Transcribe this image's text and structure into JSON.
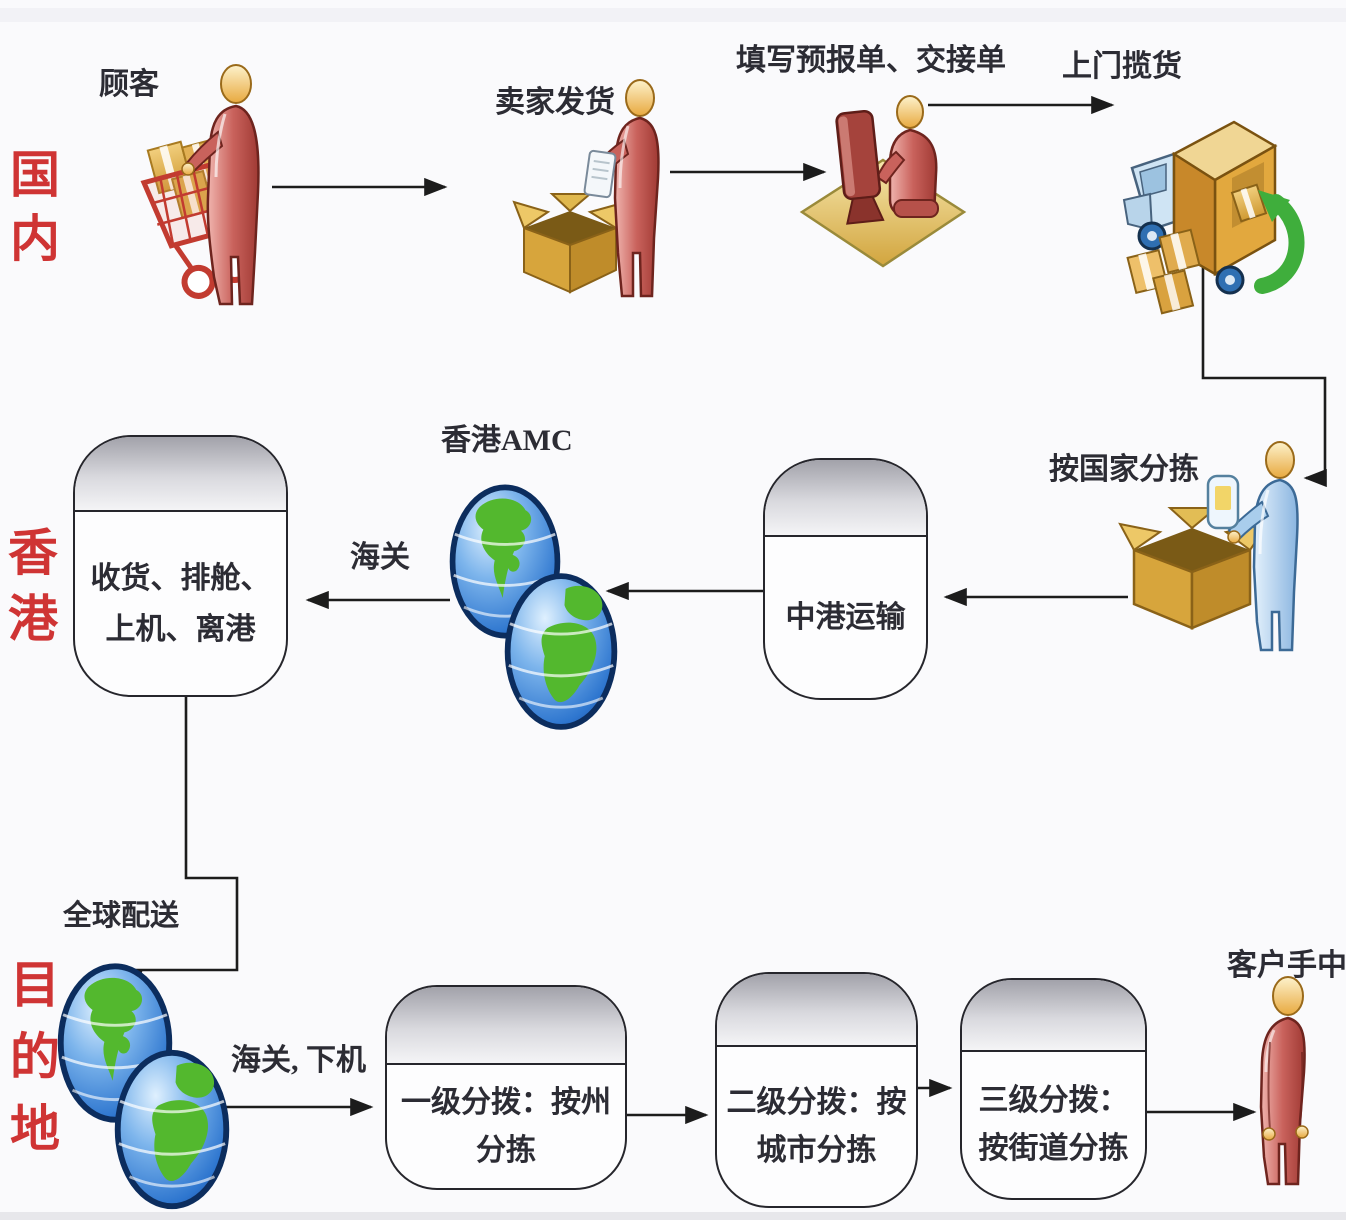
{
  "region_labels": {
    "domestic": "国内",
    "hongkong": "香港",
    "destination": "目的地"
  },
  "row1": {
    "customer_label": "顾客",
    "seller_label": "卖家发货",
    "form_label": "填写预报单、交接单",
    "pickup_label": "上门揽货"
  },
  "row2": {
    "sort_by_country_label": "按国家分拣",
    "china_hk_transport_box": "中港运输",
    "hk_amc_label": "香港AMC",
    "customs_label": "海关",
    "receive_box": "收货、排舱、上机、离港"
  },
  "row3": {
    "global_delivery_label": "全球配送",
    "customs_deplane_label": "海关, 下机",
    "level1_box": "一级分拨：按州分拣",
    "level2_box": "二级分拨：按城市分拣",
    "level3_box": "三级分拨：按街道分拣",
    "customer_hand_label": "客户手中"
  },
  "icon_names": {
    "customer_cart": "customer-shopping-cart-icon",
    "seller_box": "seller-open-box-icon",
    "computer_desk": "computer-desk-icon",
    "pickup_truck": "pickup-truck-icon",
    "sort_person": "sort-by-country-person-icon",
    "hk_globes": "hongkong-globes-icon",
    "dest_globes": "destination-globes-icon",
    "final_person": "final-customer-icon"
  },
  "colors": {
    "region_label_red": "#cf3434",
    "text_dark": "#2c2c34",
    "connector_line": "#1c1c1c",
    "box_border": "#26262c",
    "globe_land_green": "#53b82e",
    "green_arrow": "#3fae3c",
    "carton_orange": "#d7a53c",
    "person_red": "#c9625c",
    "person_blue": "#a9cdec"
  }
}
